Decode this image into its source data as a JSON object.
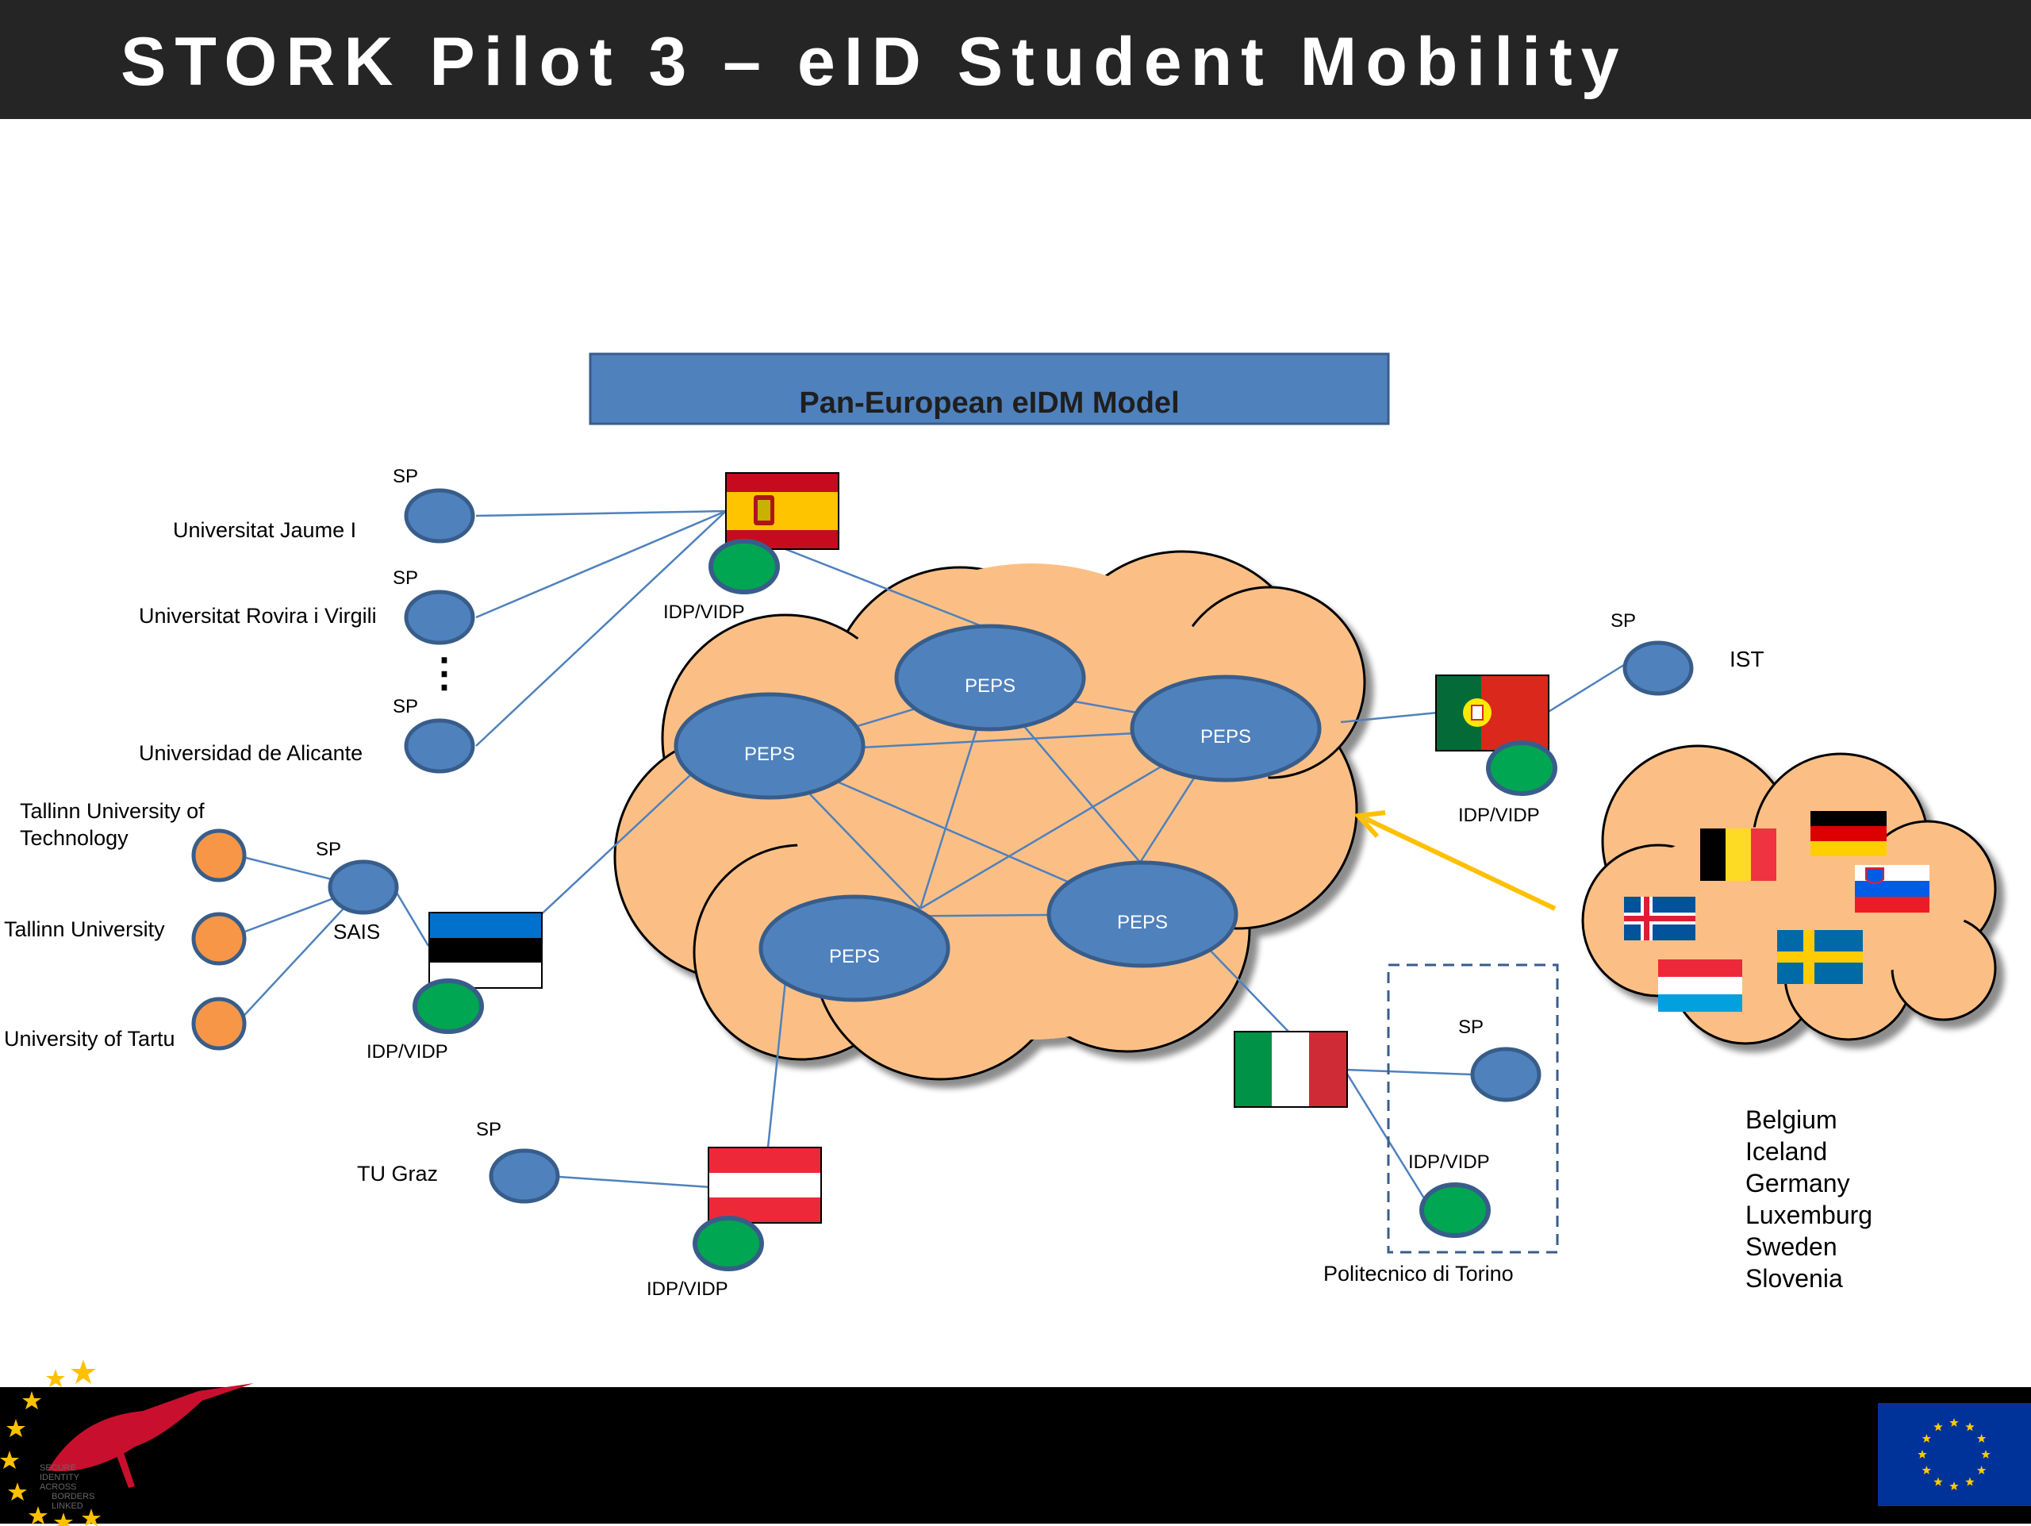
{
  "slide": {
    "title": "STORK Pilot 3 – eID Student Mobility"
  },
  "diagram": {
    "banner": "Pan-European eIDM Model",
    "peps_label": "PEPS",
    "sp_label": "SP",
    "idp_label": "IDP/VIDP",
    "ellipsis": "⋮",
    "spain_institutions": [
      "Universitat Jaume I",
      "Universitat Rovira i Virgili",
      "Universidad de Alicante"
    ],
    "estonia": {
      "institutions": [
        "Tallinn University of",
        "Technology",
        "Tallinn University",
        "University of Tartu"
      ],
      "hub": "SAIS"
    },
    "austria_institution": "TU Graz",
    "portugal_institution": "IST",
    "italy_institution": "Politecnico di Torino",
    "other_countries": [
      "Belgium",
      "Iceland",
      "Germany",
      "Luxemburg",
      "Sweden",
      "Slovenia"
    ]
  },
  "colors": {
    "header_bg": "#252525",
    "node_blue": "#4f81bd",
    "idp_green": "#00a651",
    "student_orange": "#f79646",
    "cloud_fill": "#fbbf85",
    "link_line": "#4f81bd",
    "arrow": "#ffc000"
  },
  "logos": {
    "stork_text": "SECURE IDENTITY ACROSS BORDERS LINKED",
    "eu_flag": "eu-flag"
  }
}
